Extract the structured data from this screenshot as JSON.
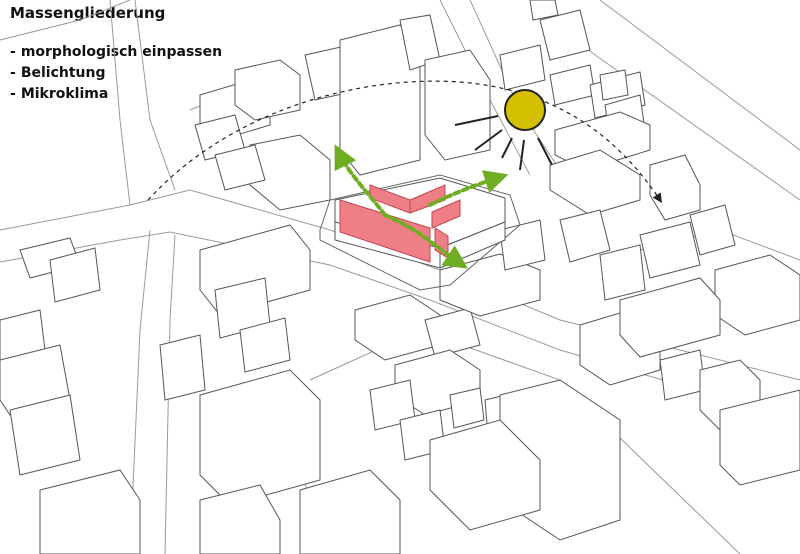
{
  "title": "Massengliederung",
  "bullets": [
    "morphologisch einpassen",
    "Belichtung",
    "Mikroklima"
  ],
  "colors": {
    "sun": "#d4c000",
    "highlight": "#ef7f86",
    "wind_arrows": "#6fae23",
    "lines": "#555555"
  }
}
